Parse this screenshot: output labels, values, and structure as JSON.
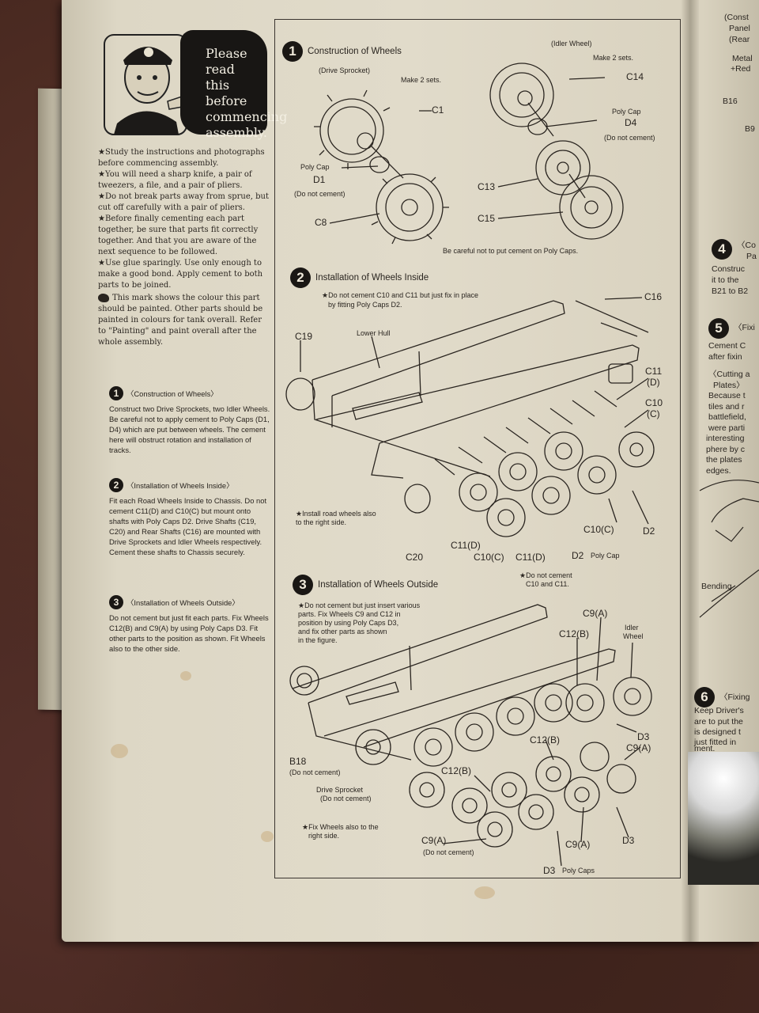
{
  "mascot": {
    "speech_lines": [
      "Please",
      "read this",
      "before",
      "commencing",
      "assembly."
    ]
  },
  "tips": [
    "★Study the instructions and photographs before commencing assembly.",
    "★You will need a sharp knife, a pair of tweezers, a file, and a pair of pliers.",
    "★Do not break parts away from sprue, but cut off carefully with a pair of pliers.",
    "★Before finally cementing each part together, be sure that parts fit correctly together. And that you are aware of the next sequence to be followed.",
    "★Use glue sparingly. Use only enough to make a good bond. Apply cement to both parts to be joined.",
    "This mark shows the colour this part should be painted. Other parts should be painted in colours for tank overall. Refer to \"Painting\" and paint overall after the whole assembly."
  ],
  "left_steps": [
    {
      "num": "1",
      "title": "〈Construction of Wheels〉",
      "body": "Construct two Drive Sprockets, two Idler Wheels. Be careful not to apply cement to Poly Caps (D1, D4) which are put between wheels. The cement here will obstruct rotation and installation of tracks."
    },
    {
      "num": "2",
      "title": "〈Installation of Wheels Inside〉",
      "body": "Fit each Road Wheels Inside to Chassis. Do not cement C11(D) and C10(C) but mount onto shafts with Poly Caps D2. Drive Shafts (C19, C20) and Rear Shafts (C16) are mounted with Drive Sprockets and Idler Wheels respectively. Cement these shafts to Chassis securely."
    },
    {
      "num": "3",
      "title": "〈Installation of Wheels Outside〉",
      "body": "Do not cement but just fit each parts. Fix Wheels C12(B) and C9(A) by using Poly Caps D3. Fit other parts to the position as shown. Fit Wheels also to the other side."
    }
  ],
  "panel": {
    "s1": {
      "num": "1",
      "title": "Construction of Wheels",
      "drive_sprocket": "(Drive Sprocket)",
      "idler_wheel": "(Idler Wheel)",
      "make2_a": "Make 2 sets.",
      "make2_b": "Make 2 sets.",
      "c1": "C1",
      "c14": "C14",
      "c8": "C8",
      "c13": "C13",
      "c15": "C15",
      "polycap_left": "Poly Cap",
      "d1": "D1",
      "no_cement_left": "(Do not cement)",
      "polycap_right": "Poly Cap",
      "d4": "D4",
      "no_cement_right": "(Do not cement)",
      "careful": "Be careful not to put cement on Poly Caps."
    },
    "s2": {
      "num": "2",
      "title": "Installation of Wheels Inside",
      "note": "★Do not cement C10 and C11 but just fix in place",
      "note2": "by fitting Poly Caps D2.",
      "c16": "C16",
      "c19": "C19",
      "lower_hull": "Lower Hull",
      "c11d_top": "C11",
      "c11d_top_b": "(D)",
      "c10c_top": "C10",
      "c10c_top_b": "(C)",
      "right_side": "★Install road wheels also",
      "right_side2": "to the right side.",
      "c10c_mid": "C10(C)",
      "d2_right": "D2",
      "c11d": "C11(D)",
      "c20": "C20",
      "c10c": "C10(C)",
      "c11d_b": "C11(D)",
      "d2": "D2",
      "polycap": "Poly Cap",
      "no_cement": "★Do not cement",
      "no_cement2": "C10 and C11."
    },
    "s3": {
      "num": "3",
      "title": "Installation of Wheels Outside",
      "note": "★Do not cement but just insert various",
      "note2": "parts. Fix Wheels C9 and C12 in",
      "note3": "position by using Poly Caps D3,",
      "note4": "and fix other parts as shown",
      "note5": "in the figure.",
      "c9a_top": "C9(A)",
      "c12b_top": "C12(B)",
      "idler": "Idler",
      "idler2": "Wheel",
      "d3_a": "D3",
      "c9a_b": "C9(A)",
      "c12b_mid": "C12(B)",
      "b18": "B18",
      "b18_note": "(Do not cement)",
      "c12b_low": "C12(B)",
      "drive_sprocket": "Drive Sprocket",
      "drive_note": "(Do not cement)",
      "fix_right": "★Fix Wheels also to the",
      "fix_right2": "right side.",
      "c9a_low": "C9(A)",
      "c9a_low_note": "(Do not cement)",
      "c9a_r": "C9(A)",
      "d3_b": "D3",
      "d3_c": "D3",
      "polycaps": "Poly Caps"
    }
  },
  "right_column": {
    "lines_top": [
      "(Const",
      "Panel",
      "(Rear",
      "Metal",
      "+Red"
    ],
    "b16": "B16",
    "b9": "B9",
    "s4_num": "4",
    "s4_lines": [
      "〈Co",
      "Pa",
      "Construc",
      "it to the",
      "B21 to B2"
    ],
    "s5_num": "5",
    "s5_lines": [
      "〈Fixi",
      "Cement C",
      "after fixin",
      "〈Cutting a",
      "Plates〉",
      "Because t",
      "tiles and r",
      "battlefield,",
      "were parti",
      "interesting",
      "phere by c",
      "the plates",
      "edges."
    ],
    "bending": "Bending",
    "s6_num": "6",
    "s6_lines": [
      "〈Fixing",
      "Keep Driver's",
      "are to put the",
      "is designed t",
      "just fitted in",
      "ment."
    ]
  },
  "colors": {
    "paper": "#e1dbca",
    "ink": "#1d1a16",
    "carpet": "#472820"
  }
}
